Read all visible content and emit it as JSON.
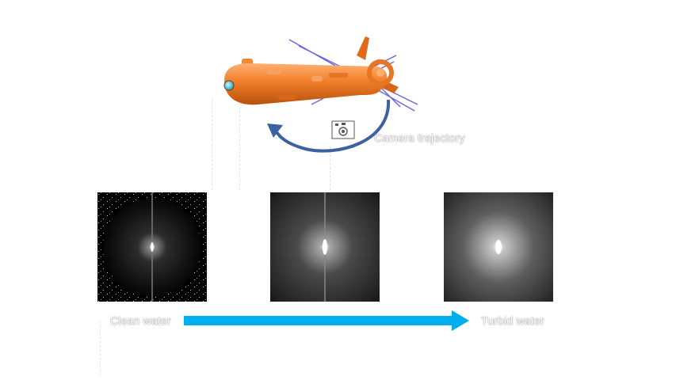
{
  "labels": {
    "camera_trajectory": "Camera trajectory",
    "clean_water": "Clean water",
    "turbid_water": "Turbid water"
  },
  "icons": [
    "camera-icon",
    "rotation-arrow-icon",
    "auv-vehicle"
  ],
  "colors": {
    "vehicle_body": "#f07d28",
    "trajectory_arrow": "#3a62a0",
    "turbidity_arrow": "#00aeef",
    "camera_rays": "#4b4bdc"
  }
}
